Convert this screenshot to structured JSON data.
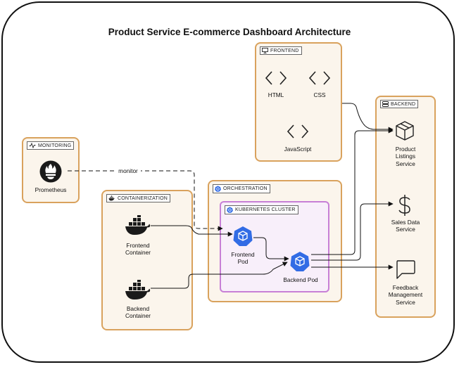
{
  "title": "Product Service E-commerce Dashboard Architecture",
  "groups": {
    "frontend": "FRONTEND",
    "backend": "BACKEND",
    "monitoring": "MONITORING",
    "containerization": "CONTAINERIZATION",
    "orchestration": "ORCHESTRATION",
    "cluster": "KUBERNETES CLUSTER"
  },
  "nodes": {
    "html": "HTML",
    "css": "CSS",
    "javascript": "JavaScript",
    "product_listings": "Product\nListings\nService",
    "sales_data": "Sales Data\nService",
    "feedback": "Feedback\nManagement\nService",
    "prometheus": "Prometheus",
    "frontend_container": "Frontend\nContainer",
    "backend_container": "Backend\nContainer",
    "frontend_pod": "Frontend\nPod",
    "backend_pod": "Backend Pod"
  },
  "edges": {
    "monitor": "monitor"
  },
  "colors": {
    "group_border": "#d9a25d",
    "group_fill": "#fbf5ec",
    "cluster_border": "#c77fd6",
    "cluster_fill": "#f8effa",
    "k8s_blue": "#326ce5"
  }
}
